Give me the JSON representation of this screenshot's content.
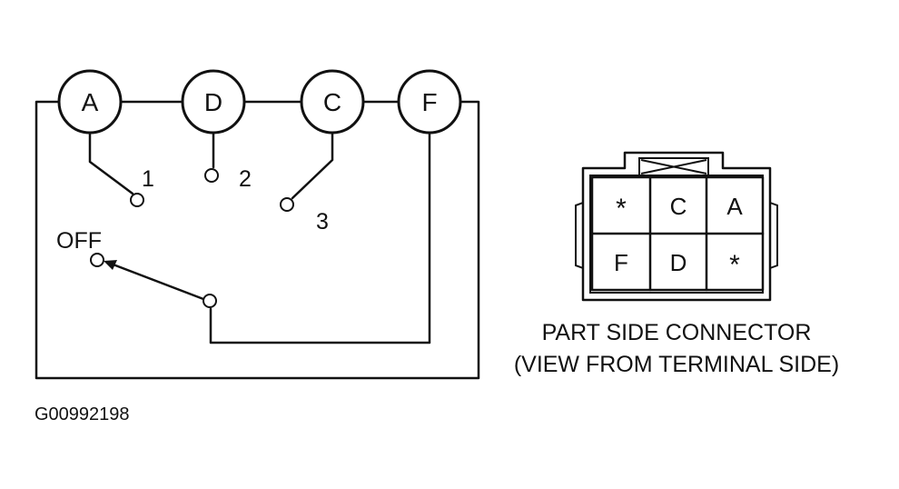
{
  "switch": {
    "terminals": [
      "A",
      "D",
      "C",
      "F"
    ],
    "positions": [
      "1",
      "2",
      "3",
      "OFF"
    ]
  },
  "connector": {
    "cells": [
      "*",
      "C",
      "A",
      "F",
      "D",
      "*"
    ],
    "caption_line1": "PART SIDE CONNECTOR",
    "caption_line2": "(VIEW FROM TERMINAL SIDE)"
  },
  "figure_id": "G00992198"
}
